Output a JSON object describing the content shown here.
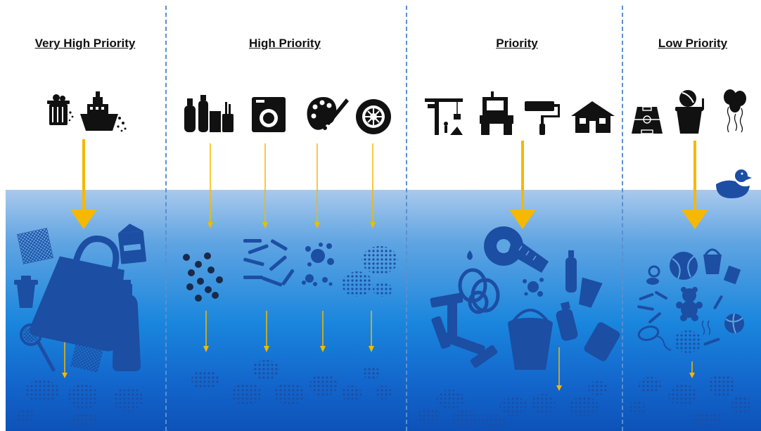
{
  "columns": [
    {
      "heading": "Very High Priority",
      "sources": [
        "trash-can-icon",
        "ship-icon"
      ]
    },
    {
      "heading": "High Priority",
      "sources": [
        "bottles-icon",
        "washing-machine-icon",
        "paint-palette-icon",
        "tire-icon"
      ]
    },
    {
      "heading": "Priority",
      "sources": [
        "construction-crane-icon",
        "tractor-icon",
        "paint-roller-icon",
        "house-icon"
      ]
    },
    {
      "heading": "Low Priority",
      "sources": [
        "sports-field-icon",
        "sand-bucket-icon",
        "balloons-icon",
        "rubber-duck-icon"
      ]
    }
  ],
  "colors": {
    "arrow": "#f6b800",
    "icon": "#111111",
    "debris": "#1c4ea3",
    "water_top": "#a9c9ec",
    "water_bottom": "#0d52b8",
    "divider": "#5b8fd1"
  }
}
